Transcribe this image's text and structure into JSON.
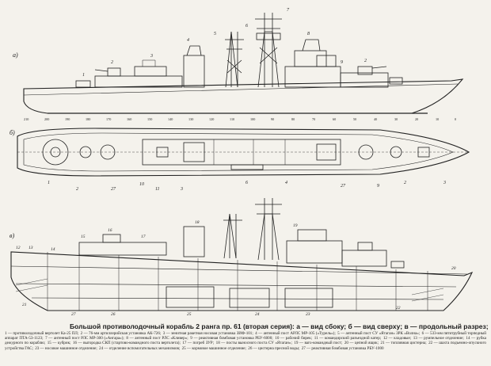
{
  "views": {
    "side": "а)",
    "top": "б)",
    "section": "в)"
  },
  "caption": {
    "title": "Большой противолодочный корабль 2 ранга пр. 61 (вторая серия): а — вид сбоку; б — вид сверху; в — продольный разрез;",
    "legend": [
      "1 — противолодочный вертолет Ка-25 ПЛ;",
      "2 — 76-мм артиллерийская установка АК-726;",
      "3 — зенитная ракетная носовая установка ЗИФ-101;",
      "4 — антенный пост АРЛС МР-105 («Турель»);",
      "5 — антенный пост СУ «Ятаган» ЗРК «Волна»;",
      "6 — 533-мм пятитрубный торпедный аппарат ПТА-53-1123;",
      "7 — антенный пост РЛС МР-300 («Ангара»);",
      "8 — антенный пост РЛС «Кливер»;",
      "9 — реактивная бомбовая установка РБУ-6000;",
      "10 — рабочий бирек;",
      "11 — командирский разъездной катер;",
      "12 — кладовые;",
      "13 — румпельное отделение;",
      "14 — рубка дежурного по кораблю;",
      "15 — кубрик;",
      "16 — выгородка СКП (стартово-командного поста вертолета);",
      "17 — погреб ЗУР;",
      "18 — посты выносного поста СУ «Ятаган»;",
      "19 — ваго-командный пост;",
      "20 — цепной ящик;",
      "21 — топливная цистерна;",
      "22 — шахта подъемно-опускного устройства ГАС;",
      "23 — носовое машинное отделение;",
      "24 — отделение вспомогательных механизмов;",
      "25 — кормовое машинное отделение;",
      "26 — цистерна пресной воды;",
      "27 — реактивная бомбовая установка РБУ-1000"
    ]
  },
  "callouts": {
    "side": [
      "1",
      "2",
      "3",
      "4",
      "5",
      "6",
      "7",
      "8",
      "9",
      "2"
    ],
    "side_frames": [
      "210",
      "200",
      "190",
      "180",
      "170",
      "160",
      "150",
      "140",
      "130",
      "120",
      "110",
      "100",
      "90",
      "80",
      "70",
      "60",
      "50",
      "40",
      "30",
      "20",
      "10",
      "0"
    ],
    "top": [
      "1",
      "2",
      "27",
      "10",
      "11",
      "3",
      "6",
      "4",
      "27",
      "9",
      "2",
      "3"
    ],
    "section": [
      "12",
      "13",
      "14",
      "15",
      "16",
      "17",
      "18",
      "19",
      "20",
      "21",
      "22",
      "23",
      "24",
      "25",
      "26",
      "27"
    ]
  }
}
